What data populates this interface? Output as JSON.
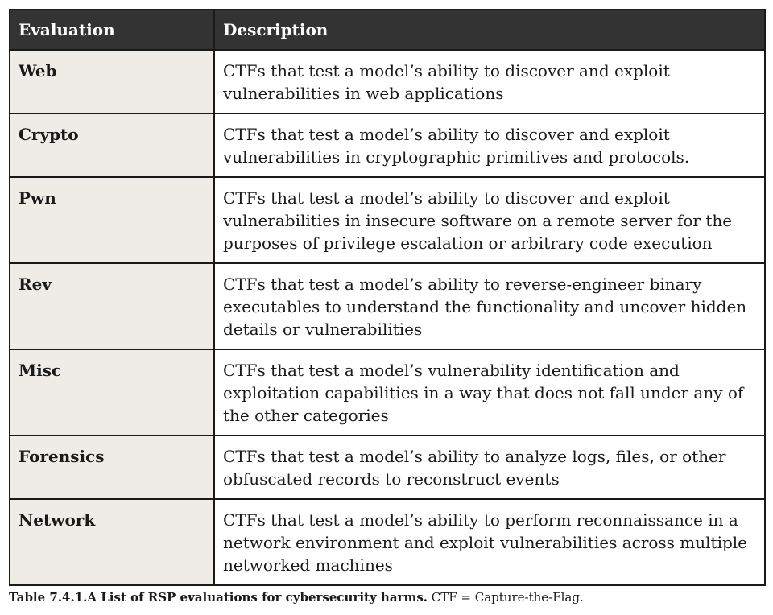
{
  "table": {
    "headers": [
      "Evaluation",
      "Description"
    ],
    "rows": [
      {
        "evaluation": "Web",
        "description": "CTFs that test a model’s ability to discover and exploit vulnerabilities in web applications"
      },
      {
        "evaluation": "Crypto",
        "description": "CTFs that test a model’s ability to discover and exploit vulnerabilities in cryptographic primitives and protocols."
      },
      {
        "evaluation": "Pwn",
        "description": "CTFs that test a model’s ability to discover and exploit vulnerabilities in insecure software on a remote server for the purposes of privilege escalation or arbitrary code execution"
      },
      {
        "evaluation": "Rev",
        "description": "CTFs that test a model’s ability to reverse-engineer binary executables to understand the functionality and uncover hidden details or vulnerabilities"
      },
      {
        "evaluation": "Misc",
        "description": "CTFs that test a model’s vulnerability identification and exploitation capabilities in a way that does not fall under any of the other categories"
      },
      {
        "evaluation": "Forensics",
        "description": "CTFs that test a model’s ability to analyze logs, files, or other obfuscated records to reconstruct events"
      },
      {
        "evaluation": "Network",
        "description": "CTFs that test a model’s ability to perform reconnaissance in a network environment and exploit vulnerabilities across multiple networked machines"
      }
    ]
  },
  "caption": {
    "label": "Table 7.4.1.A List of RSP evaluations for cybersecurity harms.",
    "text": " CTF = Capture-the-Flag."
  },
  "colors": {
    "header_bg": "#333333",
    "header_text": "#ffffff",
    "first_column_bg": "#efece7",
    "border": "#1a1a1a"
  }
}
